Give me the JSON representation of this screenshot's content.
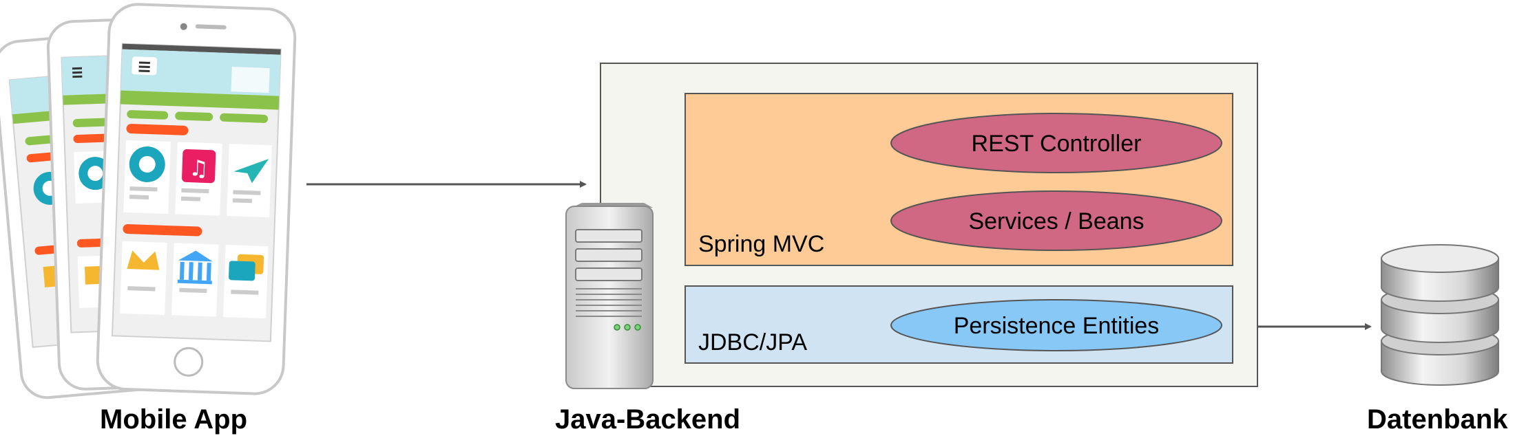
{
  "labels": {
    "mobile_app": "Mobile App",
    "java_backend": "Java-Backend",
    "datenbank": "Datenbank"
  },
  "backend": {
    "spring_mvc": {
      "label": "Spring MVC",
      "components": [
        "REST Controller",
        "Services / Beans"
      ]
    },
    "jdbc_jpa": {
      "label": "JDBC/JPA",
      "components": [
        "Persistence Entities"
      ]
    }
  },
  "colors": {
    "backend_panel": "#f5f5ef",
    "spring_mvc_box": "#fecb96",
    "jdbc_box": "#cfe3f2",
    "controller_ellipse": "#d06883",
    "entity_ellipse": "#87c8f7",
    "arrow": "#555555",
    "app_green": "#8bc34a",
    "app_orange": "#ff5722",
    "app_teal": "#1ba6bd",
    "app_pink": "#e91e63"
  },
  "icons": [
    "smartphone-icon",
    "server-tower-icon",
    "database-icon"
  ]
}
